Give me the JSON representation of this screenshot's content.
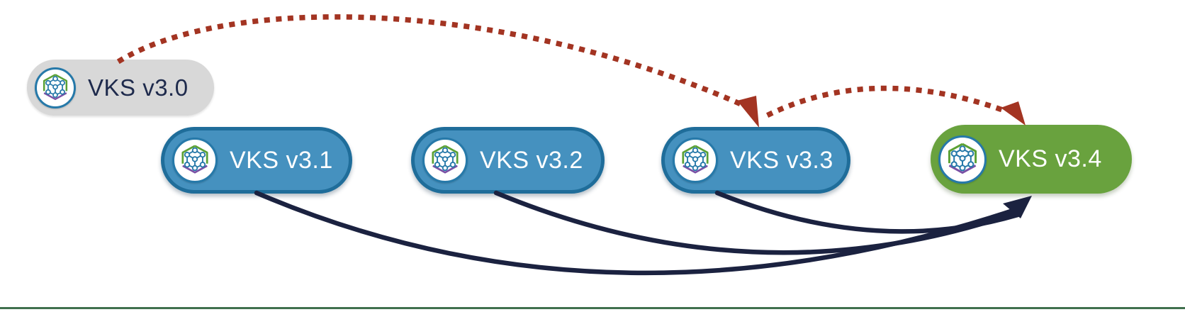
{
  "diagram": {
    "type": "upgrade-path-diagram",
    "nodes": [
      {
        "id": "v30",
        "label": "VKS v3.0",
        "state": "deprecated",
        "fill": "#d8d8d8",
        "text_color": "#1e2a4c",
        "icon": "vks-hex-network-icon"
      },
      {
        "id": "v31",
        "label": "VKS v3.1",
        "state": "supported",
        "fill": "#4591bf",
        "border": "#1f6d9a",
        "text_color": "#ffffff",
        "icon": "vks-hex-network-icon"
      },
      {
        "id": "v32",
        "label": "VKS v3.2",
        "state": "supported",
        "fill": "#4591bf",
        "border": "#1f6d9a",
        "text_color": "#ffffff",
        "icon": "vks-hex-network-icon"
      },
      {
        "id": "v33",
        "label": "VKS v3.3",
        "state": "supported",
        "fill": "#4591bf",
        "border": "#1f6d9a",
        "text_color": "#ffffff",
        "icon": "vks-hex-network-icon"
      },
      {
        "id": "v34",
        "label": "VKS v3.4",
        "state": "target",
        "fill": "#69a23e",
        "text_color": "#ffffff",
        "icon": "vks-hex-network-icon"
      }
    ],
    "edges": [
      {
        "from": "VKS v3.0",
        "to": "VKS v3.3",
        "style": "dotted-arc-above",
        "color": "#a33422"
      },
      {
        "from": "VKS v3.3",
        "to": "VKS v3.4",
        "style": "dotted-arc-above",
        "color": "#a33422"
      },
      {
        "from": "VKS v3.1",
        "to": "VKS v3.4",
        "style": "solid-curve-below",
        "color": "#1b2240"
      },
      {
        "from": "VKS v3.2",
        "to": "VKS v3.4",
        "style": "solid-curve-below",
        "color": "#1b2240"
      },
      {
        "from": "VKS v3.3",
        "to": "VKS v3.4",
        "style": "solid-curve-below",
        "color": "#1b2240"
      }
    ],
    "icon_colors": {
      "ring": "#2679a9",
      "hexagon": "#5ba135",
      "network": "#2679a9",
      "chevron": "#7a51a5"
    },
    "footer_rule_color": "#40704e"
  }
}
